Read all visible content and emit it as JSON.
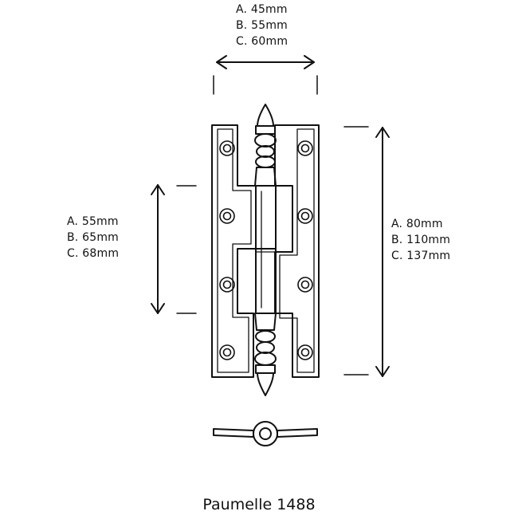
{
  "dimensions": {
    "width_labels": [
      "A. 45mm",
      "B. 55mm",
      "C. 60mm"
    ],
    "leaf_height_labels": [
      "A. 55mm",
      "B. 65mm",
      "C. 68mm"
    ],
    "overall_height_labels": [
      "A. 80mm",
      "B. 110mm",
      "C. 137mm"
    ]
  },
  "caption": "Paumelle 1488",
  "colors": {
    "line": "#111111",
    "background": "#ffffff"
  }
}
